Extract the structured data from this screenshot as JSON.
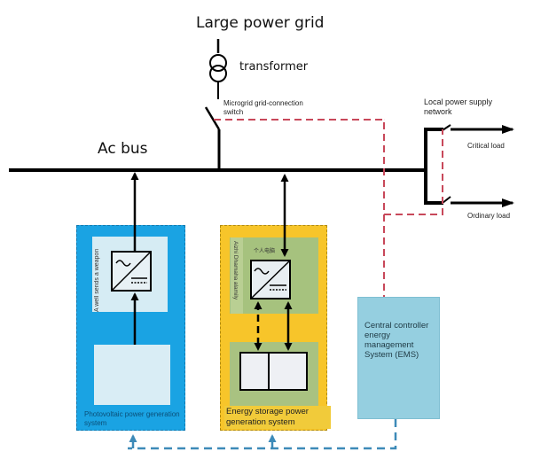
{
  "diagram": {
    "title": "Large power grid",
    "transformer_label": "transformer",
    "switch_label": "Microgrid grid-connection switch",
    "bus_label": "Ac bus",
    "local_network_label": "Local power supply network",
    "loads": [
      {
        "label": "Critical load"
      },
      {
        "label": "Ordinary load"
      }
    ],
    "pv_system": {
      "label": "Photovoltaic power generation system",
      "side_label": "A well sends a weapon",
      "color": "#1aa3e3"
    },
    "storage_system": {
      "label": "Energy storage power generation system",
      "side_label": "Aizhi Dhamaha alamily",
      "cn_label": "个人电脑",
      "color": "#f7c52a"
    },
    "ems": {
      "label": "Central controller energy management System (EMS)",
      "color": "#95cfe0"
    },
    "colors": {
      "control_line_red": "#c8485a",
      "control_line_blue": "#3d8ab8",
      "power_line": "#000000"
    }
  }
}
